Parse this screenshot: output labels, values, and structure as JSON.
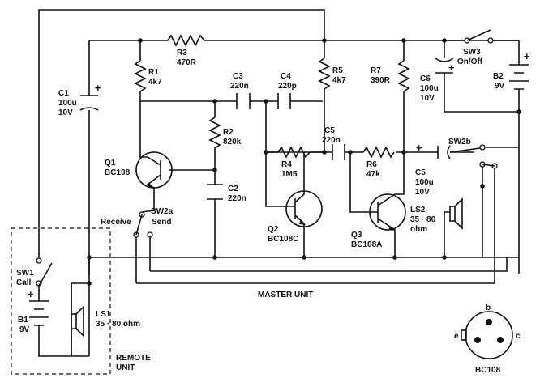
{
  "components": {
    "R1": {
      "ref": "R1",
      "value": "4k7"
    },
    "R2": {
      "ref": "R2",
      "value": "820k"
    },
    "R3": {
      "ref": "R3",
      "value": "470R"
    },
    "R4": {
      "ref": "R4",
      "value": "1M5"
    },
    "R5": {
      "ref": "R5",
      "value": "4k7"
    },
    "R6": {
      "ref": "R6",
      "value": "47k"
    },
    "R7": {
      "ref": "R7",
      "value": "390R"
    },
    "C1": {
      "ref": "C1",
      "value1": "100u",
      "value2": "10V"
    },
    "C2": {
      "ref": "C2",
      "value": "220n"
    },
    "C3": {
      "ref": "C3",
      "value": "220n"
    },
    "C4": {
      "ref": "C4",
      "value": "220p"
    },
    "C5a": {
      "ref": "C5",
      "value": "220n"
    },
    "C5b": {
      "ref": "C5",
      "value1": "100u",
      "value2": "10V"
    },
    "C6": {
      "ref": "C6",
      "value1": "100u",
      "value2": "10V"
    },
    "Q1": {
      "ref": "Q1",
      "type": "BC108"
    },
    "Q2": {
      "ref": "Q2",
      "type": "BC108C"
    },
    "Q3": {
      "ref": "Q3",
      "type": "BC108A"
    },
    "B1": {
      "ref": "B1",
      "value": "9V"
    },
    "B2": {
      "ref": "B2",
      "value": "9V"
    },
    "LS1": {
      "ref": "LS1",
      "value": "35 · 80 ohm"
    },
    "LS2": {
      "ref": "LS2",
      "value1": "35 · 80",
      "value2": "ohm"
    },
    "SW1": {
      "ref": "SW1",
      "label": "Call"
    },
    "SW2a": {
      "ref": "SW2a"
    },
    "SW2b": {
      "ref": "SW2b"
    },
    "SW3": {
      "ref": "SW3",
      "label": "On/Off"
    }
  },
  "labels": {
    "receive": "Receive",
    "send": "Send",
    "master_unit": "MASTER UNIT",
    "remote_unit_1": "REMOTE",
    "remote_unit_2": "UNIT"
  },
  "pinout": {
    "device": "BC108",
    "pin_b": "b",
    "pin_e": "e",
    "pin_c": "c"
  },
  "polarity": {
    "plus": "+"
  }
}
